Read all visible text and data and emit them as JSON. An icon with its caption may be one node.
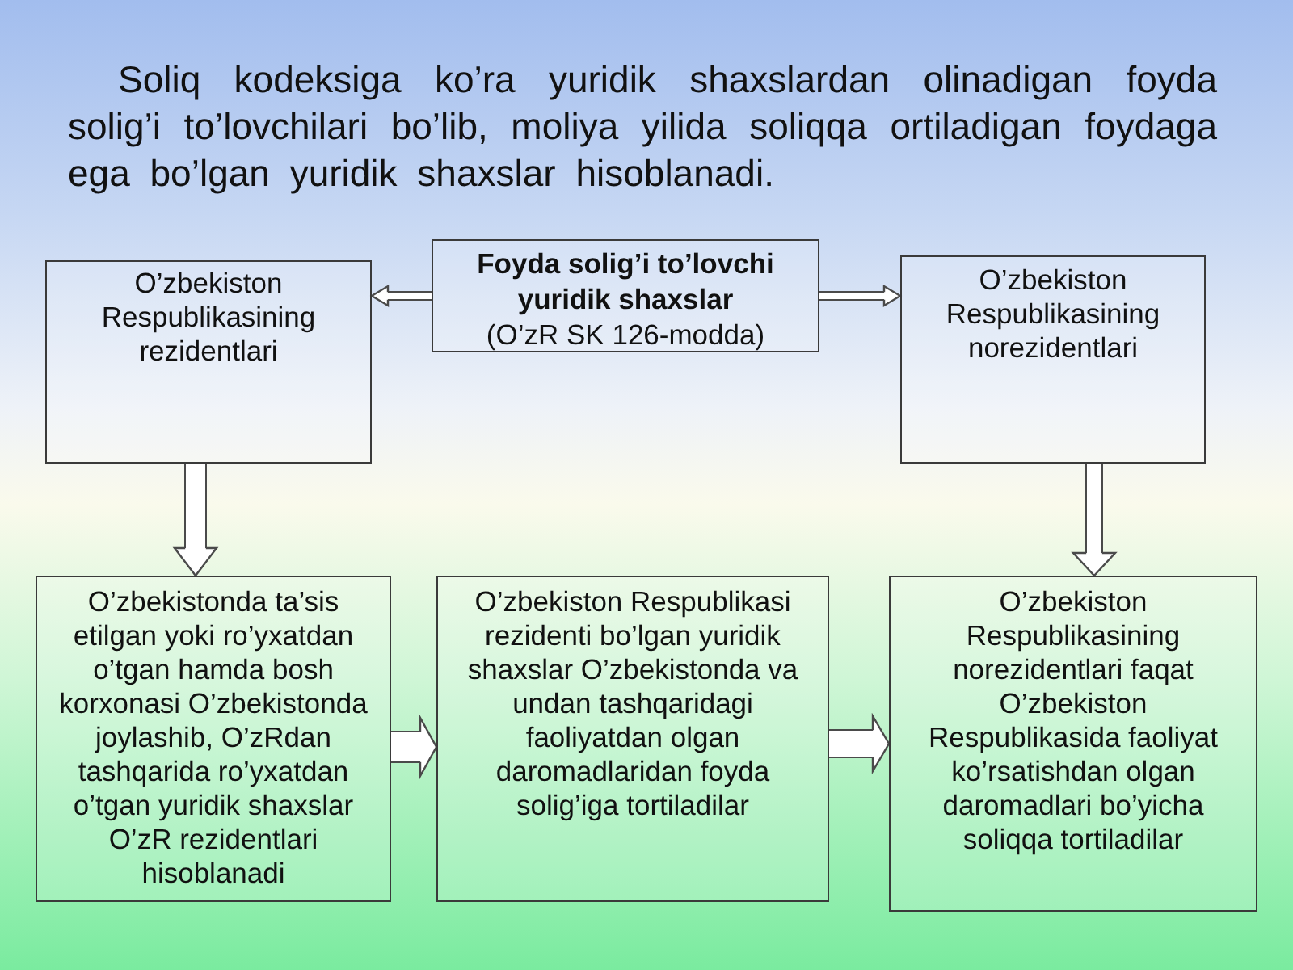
{
  "diagram": {
    "title": "Soliq kodeksiga ko’ra yuridik shaxslardan olinadigan foyda solig’i to’lovchilari bo’lib, moliya yilida soliqqa ortiladigan foydaga ega bo’lgan yuridik shaxslar hisoblanadi.",
    "nodes": [
      {
        "text": [
          "Foyda solig’i to’lovchi yuridik shaxslar",
          "(O’zR SK 126-modda)"
        ]
      },
      {
        "text": [
          "O’zbekiston Respublikasining rezidentlari"
        ]
      },
      {
        "text": [
          "O’zbekiston Respublikasining norezidentlari"
        ]
      },
      {
        "text": [
          "O’zbekistonda ta’sis etilgan yoki ro’yxatdan o’tgan hamda bosh korxonasi O’zbekistonda joylashib, O’zRdan tashqarida ro’yxatdan o’tgan yuridik shaxslar O’zR rezidentlari hisoblanadi"
        ]
      },
      {
        "text": [
          "O’zbekiston Respublikasi rezidenti bo’lgan yuridik shaxslar O’zbekistonda va undan tashqaridagi faoliyatdan olgan daromadlaridan foyda solig’iga tortiladilar"
        ]
      },
      {
        "text": [
          "O’zbekiston Respublikasining norezidentlari faqat O’zbekiston Respublikasida faoliyat ko’rsatishdan olgan daromadlari bo’yicha soliqqa tortiladilar"
        ]
      }
    ],
    "edges": [
      {
        "from": 0,
        "to": 1,
        "arrow": "to"
      },
      {
        "from": 0,
        "to": 2,
        "arrow": "to"
      },
      {
        "from": 1,
        "to": 3,
        "arrow": "to"
      },
      {
        "from": 2,
        "to": 5,
        "arrow": "to"
      },
      {
        "from": 3,
        "to": 4,
        "arrow": "to"
      },
      {
        "from": 4,
        "to": 5,
        "arrow": "to"
      }
    ]
  }
}
